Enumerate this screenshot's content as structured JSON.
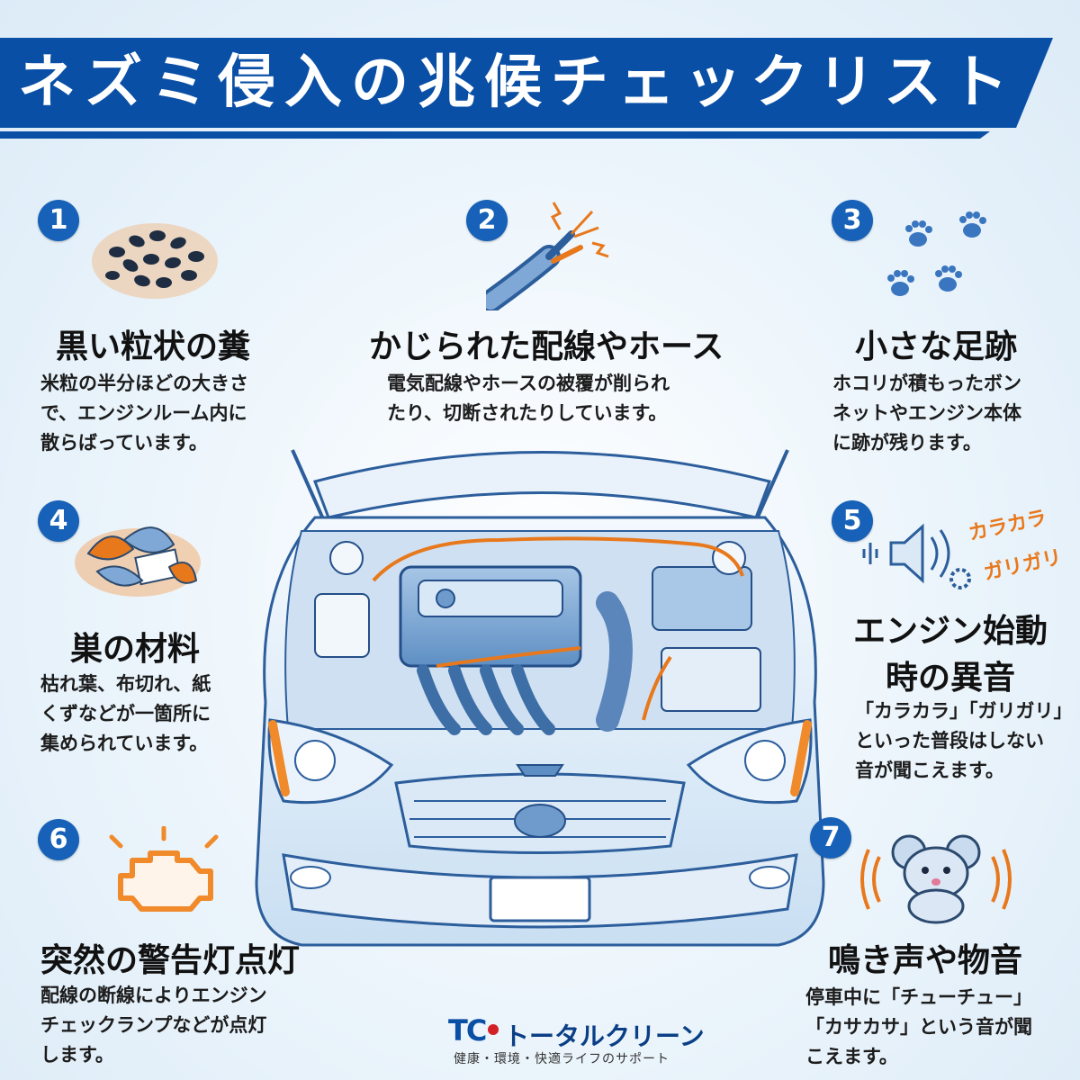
{
  "banner": {
    "title": "ネズミ侵入の兆候チェックリスト"
  },
  "items": [
    {
      "num": "1",
      "title": "黒い粒状の糞",
      "lines": [
        "米粒の半分ほどの大きさ",
        "で、エンジンルーム内に",
        "散らばっています。"
      ],
      "icon": "droppings-icon"
    },
    {
      "num": "2",
      "title": "かじられた配線やホース",
      "lines": [
        "電気配線やホースの被覆が削られ",
        "たり、切断されたりしています。"
      ],
      "icon": "chewed-wire-icon"
    },
    {
      "num": "3",
      "title": "小さな足跡",
      "lines": [
        "ホコリが積もったボン",
        "ネットやエンジン本体",
        "に跡が残ります。"
      ],
      "icon": "paw-prints-icon"
    },
    {
      "num": "4",
      "title": "巣の材料",
      "lines": [
        "枯れ葉、布切れ、紙",
        "くずなどが一箇所に",
        "集められています。"
      ],
      "icon": "nest-icon"
    },
    {
      "num": "5",
      "title_lines": [
        "エンジン始動",
        "時の異音"
      ],
      "lines": [
        "「カラカラ」「ガリガリ」",
        "といった普段はしない",
        "音が聞こえます。"
      ],
      "icon": "speaker-icon",
      "sounds": [
        "カラカラ",
        "ガリガリ"
      ]
    },
    {
      "num": "6",
      "title": "突然の警告灯点灯",
      "lines": [
        "配線の断線によりエンジン",
        "チェックランプなどが点灯",
        "します。"
      ],
      "icon": "check-engine-icon"
    },
    {
      "num": "7",
      "title": "鳴き声や物音",
      "lines": [
        "停車中に「チューチュー」",
        "「カサカサ」という音が聞",
        "こえます。"
      ],
      "icon": "mouse-icon"
    }
  ],
  "logo": {
    "mark": "TC",
    "brand": "トータルクリーン",
    "slogan": "健康・環境・快適ライフのサポート"
  },
  "colors": {
    "primary": "#0a4fa6",
    "accent": "#e8781c",
    "number_badge": "#1762b8"
  }
}
